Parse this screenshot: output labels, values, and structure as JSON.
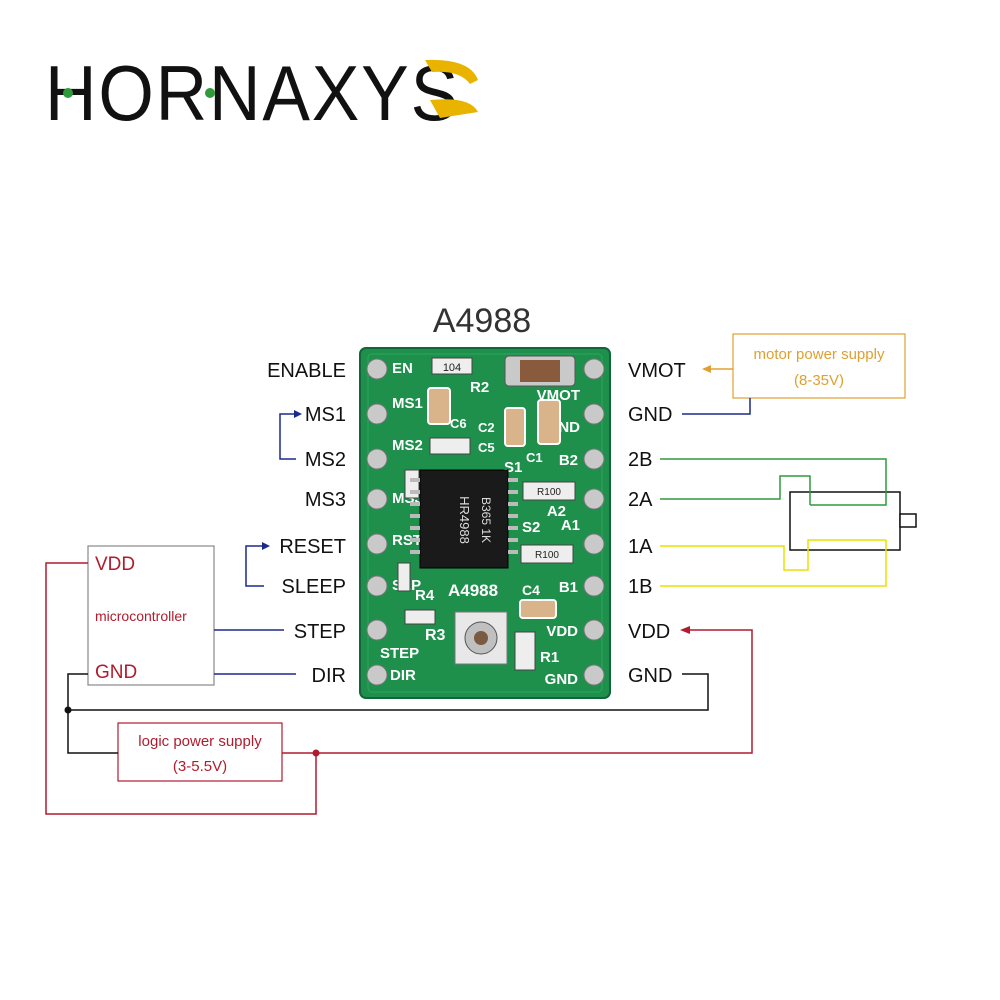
{
  "brand": {
    "logo_text": "HORNAXYS"
  },
  "board": {
    "title": "A4988",
    "pcb_pins_left": [
      "EN",
      "MS1",
      "MS2",
      "MS3",
      "RST",
      "SLP",
      "STEP",
      "DIR"
    ],
    "pcb_pins_right": [
      "VMOT",
      "GND",
      "B2",
      "A2",
      "A1",
      "B1",
      "VDD",
      "GND"
    ],
    "pcb_silkscreen": [
      "R2",
      "C6",
      "C2",
      "C5",
      "S1",
      "C1",
      "S2",
      "C4",
      "R3",
      "R1",
      "R4",
      "A4988",
      "104",
      "R100",
      "HR4988",
      "B365 1K"
    ]
  },
  "left_pins": [
    "ENABLE",
    "MS1",
    "MS2",
    "MS3",
    "RESET",
    "SLEEP",
    "STEP",
    "DIR"
  ],
  "right_pins": [
    "VMOT",
    "GND",
    "2B",
    "2A",
    "1A",
    "1B",
    "VDD",
    "GND"
  ],
  "microcontroller": {
    "vdd": "VDD",
    "name": "microcontroller",
    "gnd": "GND"
  },
  "motor_supply": {
    "line1": "motor power supply",
    "line2": "(8-35V)"
  },
  "logic_supply": {
    "line1": "logic power supply",
    "line2": "(3-5.5V)"
  },
  "colors": {
    "dark_red": "#b01c2e",
    "navy": "#1c2a8c",
    "green": "#2e9a3a",
    "yellow": "#e8e000",
    "orange": "#e0a030",
    "pcb_green": "#1f8f4c",
    "logo_accent": "#e8b400"
  }
}
